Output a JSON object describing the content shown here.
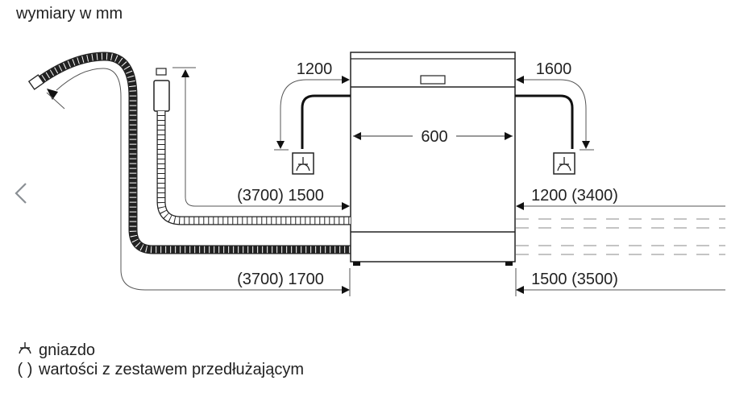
{
  "title": "wymiary w mm",
  "nav": {
    "prev_icon": "chevron-left-icon"
  },
  "dimensions": {
    "width": "600",
    "left_top": "1200",
    "right_top": "1600",
    "left_inlet": "(3700) 1500",
    "left_bottom": "(3700) 1700",
    "right_inlet": "1200 (3400)",
    "right_bottom": "1500 (3500)"
  },
  "legend": {
    "items": [
      {
        "symbol": "socket-icon",
        "label": "gniazdo"
      },
      {
        "symbol": "( )",
        "label": "wartości z zestawem przedłużającym"
      }
    ]
  },
  "colors": {
    "line": "#222222",
    "thin": "#555555",
    "dash": "#888888",
    "nav": "#8a8f94"
  }
}
